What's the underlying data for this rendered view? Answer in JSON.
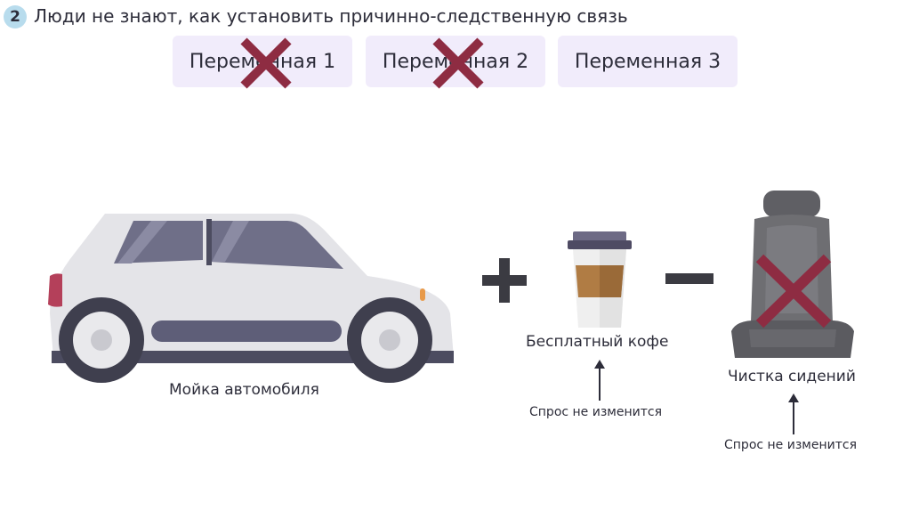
{
  "step": {
    "number": "2"
  },
  "heading": "Люди не знают, как установить причинно-следственную связь",
  "variables": [
    {
      "label": "Переменная 1",
      "crossed": true
    },
    {
      "label": "Переменная 2",
      "crossed": true
    },
    {
      "label": "Переменная 3",
      "crossed": false
    }
  ],
  "car": {
    "caption": "Мойка автомобиля"
  },
  "coffee": {
    "caption": "Бесплатный кофе",
    "effect": "Спрос не изменится"
  },
  "seat": {
    "caption": "Чистка сидений",
    "effect": "Спрос не изменится",
    "crossed": true
  },
  "operators": {
    "plus": "plus-sign",
    "minus": "minus-sign"
  },
  "colors": {
    "cross": "#8e2c42",
    "chip_bg": "#f1ecfb",
    "badge": "#b8dced",
    "car_body": "#e4e4e8",
    "coffee_band": "#b07c44",
    "seat": "#6e6e72"
  }
}
